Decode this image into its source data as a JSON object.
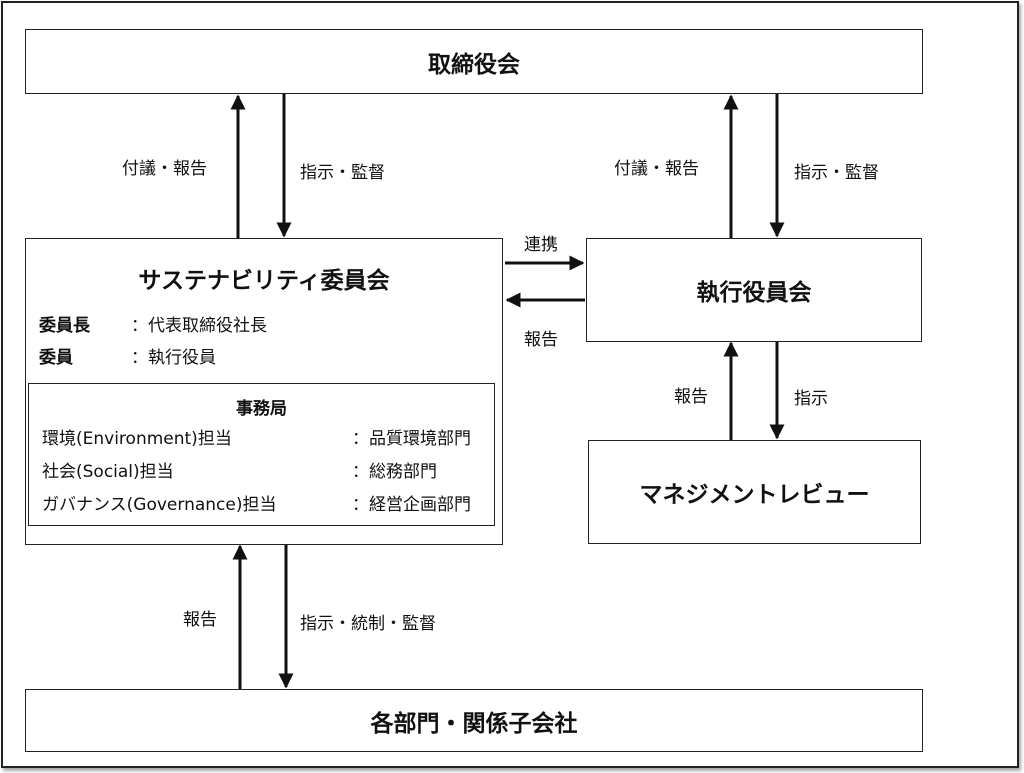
{
  "board": {
    "title": "取締役会"
  },
  "sustainability_committee": {
    "title": "サステナビリティ委員会",
    "members": [
      {
        "role": "委員長",
        "sep": "：",
        "value": "代表取締役社長"
      },
      {
        "role": "委員",
        "sep": "：",
        "value": "執行役員"
      }
    ],
    "secretariat": {
      "title": "事務局",
      "rows": [
        {
          "area": "環境(Environment)担当",
          "dept": "：品質環境部門"
        },
        {
          "area": "社会(Social)担当",
          "dept": "：総務部門"
        },
        {
          "area": "ガバナンス(Governance)担当",
          "dept": "：経営企画部門"
        }
      ]
    }
  },
  "executive_committee": {
    "title": "執行役員会"
  },
  "management_review": {
    "title": "マネジメントレビュー"
  },
  "departments": {
    "title": "各部門・関係子会社"
  },
  "arrow_labels": {
    "sus_to_board": "付議・報告",
    "board_to_sus": "指示・監督",
    "exec_to_board": "付議・報告",
    "board_to_exec": "指示・監督",
    "coordination": "連携",
    "exec_to_sus": "報告",
    "review_to_exec": "報告",
    "exec_to_review": "指示",
    "dept_to_sus": "報告",
    "sus_to_dept": "指示・統制・監督"
  }
}
